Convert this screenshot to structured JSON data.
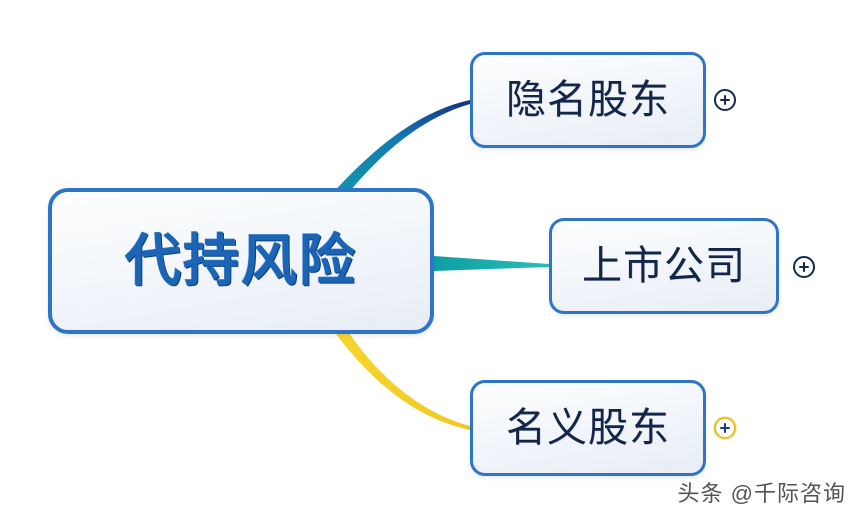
{
  "diagram": {
    "type": "mind-map",
    "title": "代持风险",
    "root": {
      "label": "代持风险",
      "text_color": "#1c65b5",
      "border_color": "#2e74c8"
    },
    "branches": [
      {
        "label": "隐名股东",
        "expander_icon": "plus-circle-icon",
        "expander_color": "#13294f",
        "connector_color_start": "#11a0a8",
        "connector_color_end": "#1c3f96"
      },
      {
        "label": "上市公司",
        "expander_icon": "plus-circle-icon",
        "expander_color": "#13294f",
        "connector_color_start": "#11a7a4",
        "connector_color_end": "#1fb3ad"
      },
      {
        "label": "名义股东",
        "expander_icon": "plus-circle-icon",
        "expander_color": "#e8bf22",
        "connector_color_start": "#f7d32e",
        "connector_color_end": "#f2cf2c"
      }
    ]
  },
  "watermark": {
    "text": "头条 @千际咨询"
  }
}
